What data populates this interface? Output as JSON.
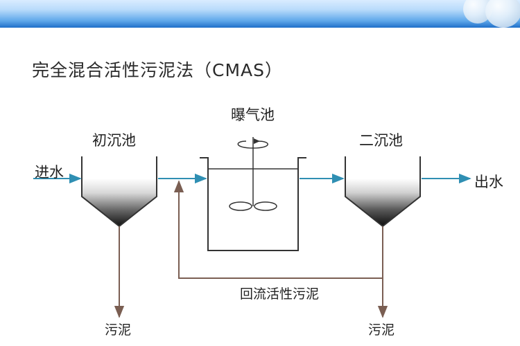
{
  "title": "完全混合活性污泥法（CMAS）",
  "units": {
    "primary_clarifier": "初沉池",
    "aeration_tank": "曝气池",
    "secondary_clarifier": "二沉池"
  },
  "flows": {
    "influent": "进水",
    "effluent": "出水",
    "return_sludge": "回流活性污泥",
    "primary_sludge": "污泥",
    "secondary_sludge": "污泥"
  },
  "colors": {
    "water_flow": "#2f8fb3",
    "sludge_flow": "#7a5e52",
    "tank_outline": "#333333",
    "header": "#1f6fc9"
  }
}
